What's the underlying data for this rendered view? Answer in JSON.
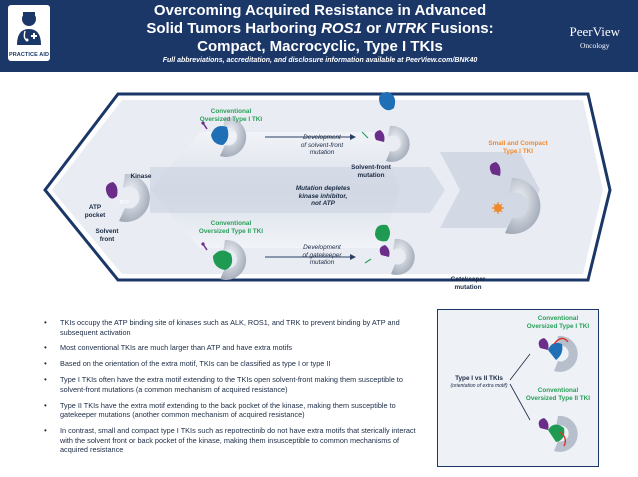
{
  "header": {
    "title_line1": "Overcoming Acquired Resistance in Advanced",
    "title_line2_a": "Solid Tumors Harboring ",
    "title_line2_b": "ROS1",
    "title_line2_c": " or ",
    "title_line2_d": "NTRK",
    "title_line2_e": " Fusions:",
    "title_line3": "Compact, Macrocyclic, Type I TKIs",
    "subtitle_a": "Full abbreviations, accreditation, and disclosure information available at ",
    "subtitle_b": "PeerView.com/BNK40",
    "badge_label": "PRACTICE AID",
    "brand_name": "PeerView",
    "brand_sub": "Oncology"
  },
  "diagram": {
    "kinase": "Kinase",
    "atp_pocket_1": "ATP",
    "atp_pocket_2": "pocket",
    "atp": "ATP",
    "solvent_front_1": "Solvent",
    "solvent_front_2": "front",
    "type1_title_1": "Conventional",
    "type1_title_2": "Oversized Type I TKI",
    "type2_title_1": "Conventional",
    "type2_title_2": "Oversized Type II TKI",
    "dev_solvent_1": "Development",
    "dev_solvent_2": "of solvent-front",
    "dev_solvent_3": "mutation",
    "solvent_mut_1": "Solvent-front",
    "solvent_mut_2": "mutation",
    "depletes_1": "Mutation depletes",
    "depletes_2": "kinase inhibitor,",
    "depletes_3": "not ATP",
    "dev_gate_1": "Development",
    "dev_gate_2": "of gatekeeper",
    "dev_gate_3": "mutation",
    "gate_mut_1": "Gatekeeper",
    "gate_mut_2": "mutation",
    "small_1": "Small and Compact",
    "small_2": "Type I TKI"
  },
  "bullets": [
    "TKIs occupy the ATP binding site of kinases such as ALK, ROS1, and TRK to prevent binding by ATP and subsequent activation",
    "Most conventional TKIs are much larger than ATP and have extra motifs",
    "Based on the orientation of the extra motif, TKIs can be classified as type I or type II",
    "Type I TKIs often have the extra motif extending to the TKIs open solvent-front making them susceptible to solvent-front mutations (a common mechanism of acquired resistance)",
    "Type II TKIs have the extra motif extending to the back pocket of the kinase, making them susceptible to gatekeeper mutations (another common mechanism of acquired resistance)",
    "In contrast, small and compact type I TKIs such as repotrectinib do not have extra motifs that sterically interact with the solvent front or back pocket of the kinase, making them insusceptible to common mechanisms of acquired resistance"
  ],
  "sidebox": {
    "top_1": "Conventional",
    "top_2": "Oversized Type I TKI",
    "mid": "Type I vs II TKIs",
    "mid_sub": "(orientation of extra motif)",
    "bot_1": "Conventional",
    "bot_2": "Oversized Type II TKI"
  },
  "colors": {
    "navy": "#1b3768",
    "blue_tki": "#1e6fb5",
    "green_tki": "#1f9a52",
    "atp_purple": "#6b2d8a",
    "label_green": "#2aa05a",
    "label_orange": "#f0892b"
  }
}
